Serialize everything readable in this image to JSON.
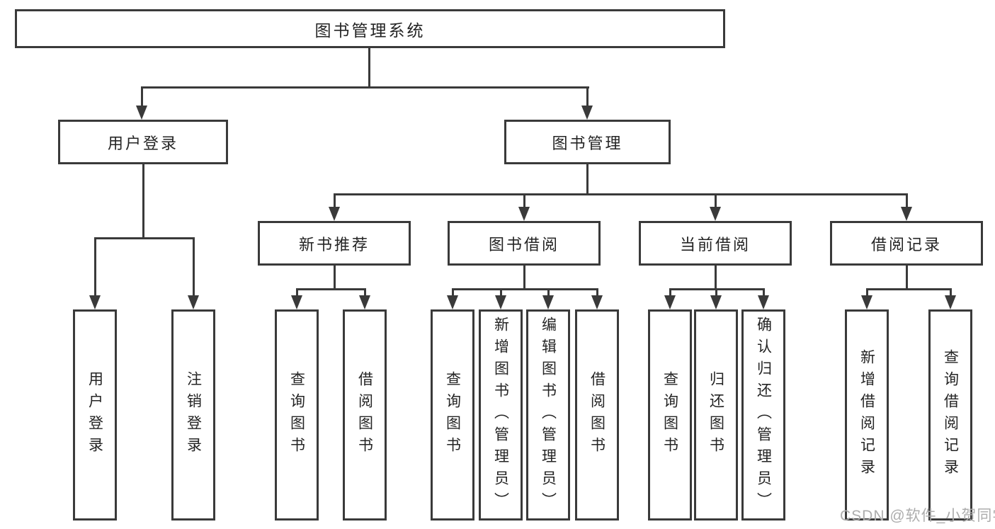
{
  "tree": {
    "label": "图书管理系统",
    "children": [
      {
        "label": "用户登录",
        "children": [
          {
            "label": "用户登录"
          },
          {
            "label": "注销登录"
          }
        ]
      },
      {
        "label": "图书管理",
        "children": [
          {
            "label": "新书推荐",
            "children": [
              {
                "label": "查询图书"
              },
              {
                "label": "借阅图书"
              }
            ]
          },
          {
            "label": "图书借阅",
            "children": [
              {
                "label": "查询图书"
              },
              {
                "label": "新增图书（管理员）"
              },
              {
                "label": "编辑图书（管理员）"
              },
              {
                "label": "借阅图书"
              }
            ]
          },
          {
            "label": "当前借阅",
            "children": [
              {
                "label": "查询图书"
              },
              {
                "label": "归还图书"
              },
              {
                "label": "确认归还（管理员）"
              }
            ]
          },
          {
            "label": "借阅记录",
            "children": [
              {
                "label": "新增借阅记录"
              },
              {
                "label": "查询借阅记录"
              }
            ]
          }
        ]
      }
    ]
  },
  "watermark": {
    "text": "CSDN @软件_小贺同学"
  },
  "colors": {
    "line": "#3a3a3a",
    "text": "#242424",
    "watermark": "#adadad",
    "background": "#ffffff"
  }
}
